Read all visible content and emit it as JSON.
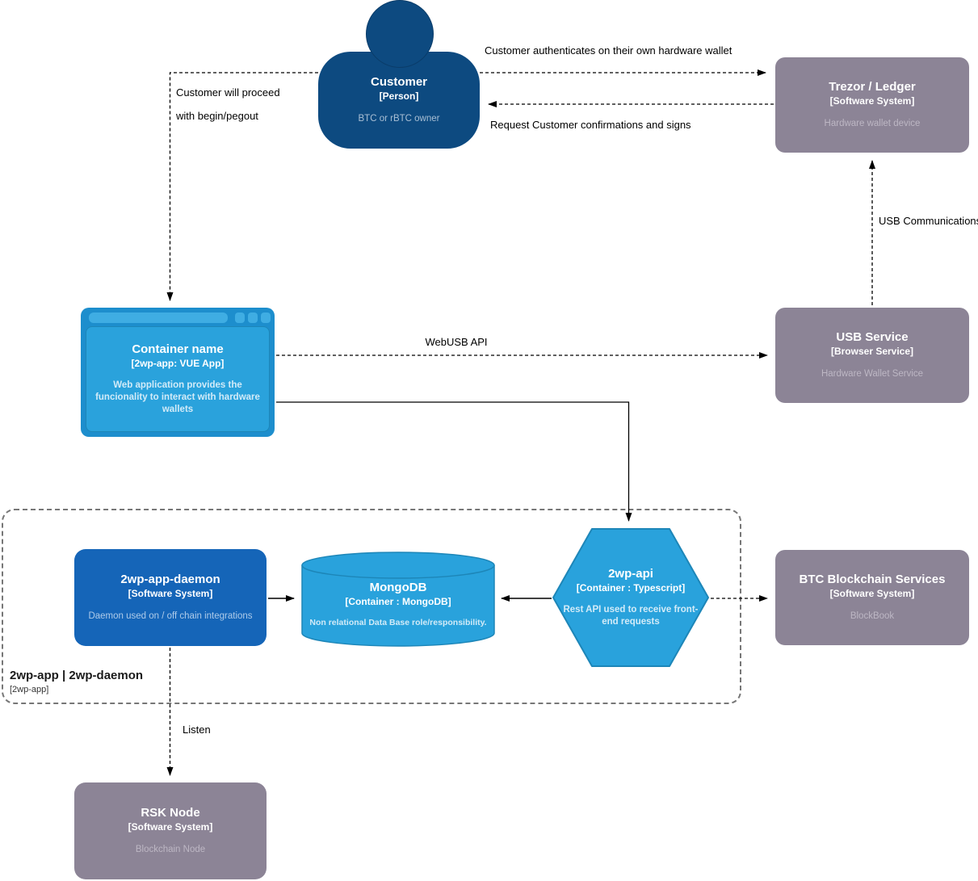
{
  "nodes": {
    "customer": {
      "title": "Customer",
      "subtitle": "[Person]",
      "description": "BTC or rBTC owner"
    },
    "trezor": {
      "title": "Trezor / Ledger",
      "subtitle": "[Software System]",
      "description": "Hardware wallet device"
    },
    "webapp": {
      "title": "Container name",
      "subtitle": "[2wp-app: VUE App]",
      "description": "Web application provides the funcionality to interact with hardware wallets"
    },
    "usb_service": {
      "title": "USB Service",
      "subtitle": "[Browser Service]",
      "description": "Hardware Wallet Service"
    },
    "daemon": {
      "title": "2wp-app-daemon",
      "subtitle": "[Software System]",
      "description": "Daemon used on / off chain integrations"
    },
    "mongodb": {
      "title": "MongoDB",
      "subtitle": "[Container : MongoDB]",
      "description": "Non relational Data Base role/responsibility."
    },
    "api": {
      "title": "2wp-api",
      "subtitle": "[Container : Typescript]",
      "description": "Rest API used to receive front-end requests"
    },
    "btc": {
      "title": "BTC Blockchain Services",
      "subtitle": "[Software System]",
      "description": "BlockBook"
    },
    "rsk": {
      "title": "RSK Node",
      "subtitle": "[Software System]",
      "description": "Blockchain Node"
    }
  },
  "boundary": {
    "title": "2wp-app | 2wp-daemon",
    "subtitle": "[2wp-app]"
  },
  "edges": {
    "auth": "Customer authenticates on their own hardware wallet",
    "confirm": "Request Customer confirmations and signs",
    "proceed_line1": "Customer will proceed",
    "proceed_line2": "with begin/pegout",
    "usb_comm": "USB Communications",
    "webusb": "WebUSB API",
    "listen": "Listen"
  },
  "colors": {
    "person_fill": "#0d4a80",
    "external_fill": "#8c8496",
    "container_blue": "#29a2dc",
    "container_stroke": "#1d86b8",
    "daemon_blue": "#1565b8",
    "webapp_frame": "#1d8ecd",
    "edge": "#000000",
    "boundary": "#777777"
  }
}
